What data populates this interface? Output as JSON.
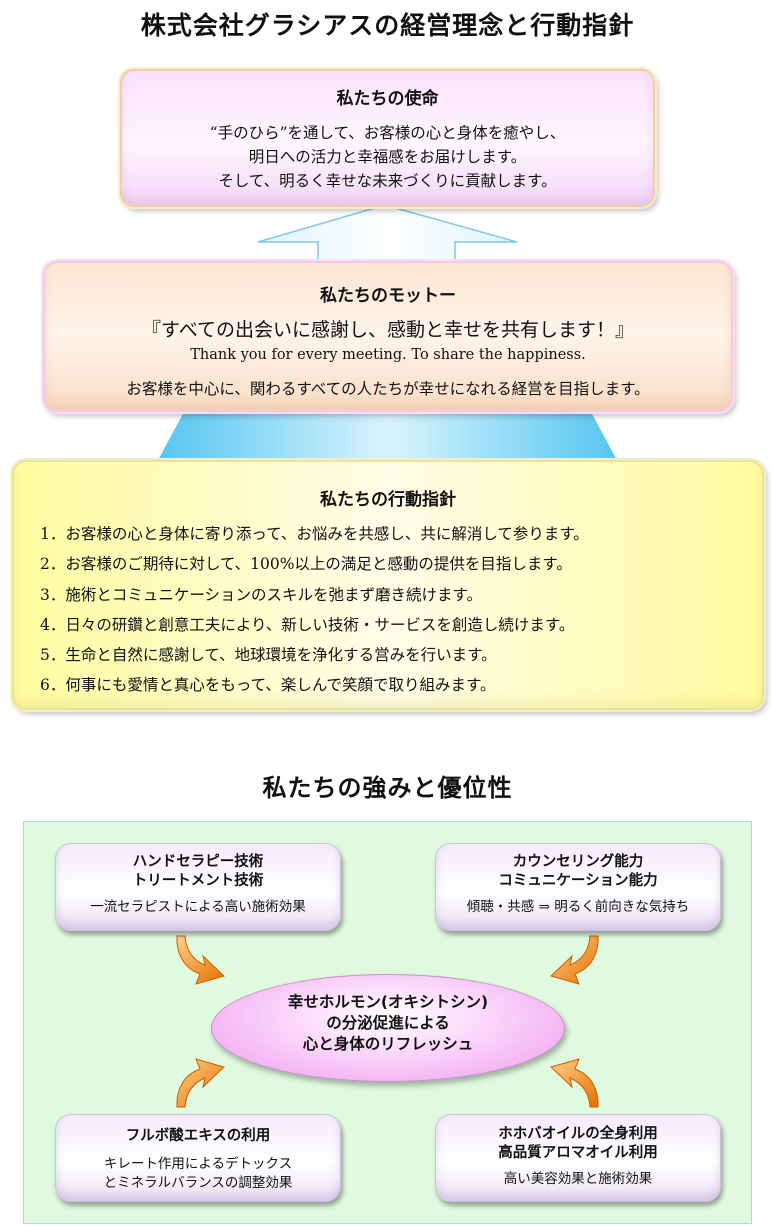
{
  "title": "株式会社グラシアスの経営理念と行動指針",
  "mission": {
    "title": "私たちの使命",
    "lines": [
      "“手のひら”を通して、お客様の心と身体を癒やし、",
      "明日への活力と幸福感をお届けします。",
      "そして、明るく幸せな未来づくりに貢献します。"
    ]
  },
  "motto": {
    "title": "私たちのモットー",
    "slogan": "『すべての出会いに感謝し、感動と幸せを共有します！』",
    "english": "Thank you for every meeting. To share the happiness.",
    "description": "お客様を中心に、関わるすべての人たちが幸せになれる経営を目指します。"
  },
  "guidelines": {
    "title": "私たちの行動指針",
    "items": [
      "1．お客様の心と身体に寄り添って、お悩みを共感し、共に解消して参ります。",
      "2．お客様のご期待に対して、100%以上の満足と感動の提供を目指します。",
      "3．施術とコミュニケーションのスキルを弛まず磨き続けます。",
      "4．日々の研鑽と創意工夫により、新しい技術・サービスを創造し続けます。",
      "5．生命と自然に感謝して、地球環境を浄化する営みを行います。",
      "6．何事にも愛情と真心をもって、楽しんで笑顔で取り組みます。"
    ]
  },
  "strengths": {
    "title": "私たちの強みと優位性",
    "center": [
      "幸せホルモン(オキシトシン)",
      "の分泌促進による",
      "心と身体のリフレッシュ"
    ],
    "cards": {
      "top_left": {
        "title": [
          "ハンドセラピー技術",
          "トリートメント技術"
        ],
        "desc": [
          "一流セラピストによる高い施術効果"
        ]
      },
      "top_right": {
        "title": [
          "カウンセリング能力",
          "コミュニケーション能力"
        ],
        "desc": [
          "傾聴・共感 ⇒ 明るく前向きな気持ち"
        ]
      },
      "bottom_left": {
        "title": [
          "フルボ酸エキスの利用"
        ],
        "desc": [
          "キレート作用によるデトックス",
          "とミネラルバランスの調整効果"
        ]
      },
      "bottom_right": {
        "title": [
          "ホホバオイルの全身利用",
          "高品質アロマオイル利用"
        ],
        "desc": [
          "高い美容効果と施術効果"
        ]
      }
    }
  },
  "colors": {
    "arrow_blue": "#8fd8f5",
    "curved_arrow_orange": "#f08a1c",
    "panel_bg": "#e0fadf"
  }
}
